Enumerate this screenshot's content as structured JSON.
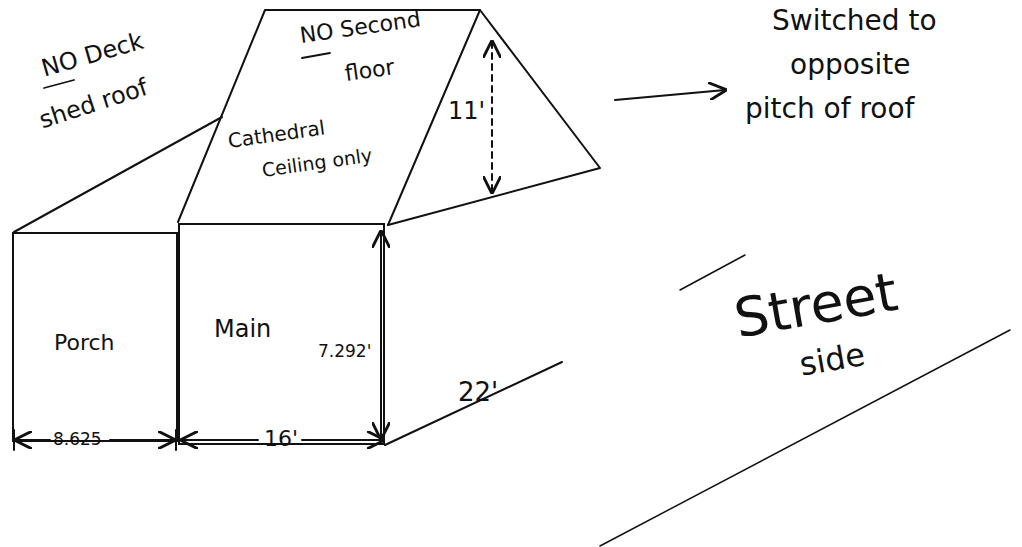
{
  "diagram": {
    "nodes": [
      {
        "text": [
          "Porch"
        ]
      },
      {
        "text": [
          "Main"
        ]
      }
    ],
    "labels": [
      "NO Deck",
      "shed roof",
      "NO Second",
      "floor",
      "Cathedral",
      "Ceiling only",
      "11'",
      "Switched to",
      "opposite",
      "pitch of roof",
      "7.292'",
      "22'",
      "8.625",
      "16'",
      "Street",
      "side"
    ]
  }
}
